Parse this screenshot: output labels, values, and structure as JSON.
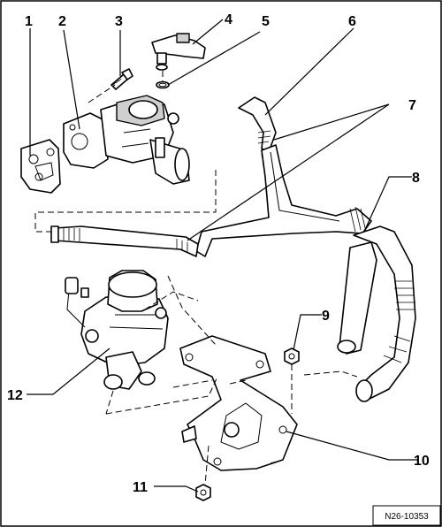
{
  "diagram": {
    "reference": "N26-10353",
    "callouts": [
      "1",
      "2",
      "3",
      "4",
      "5",
      "6",
      "7",
      "8",
      "9",
      "10",
      "11",
      "12"
    ]
  }
}
